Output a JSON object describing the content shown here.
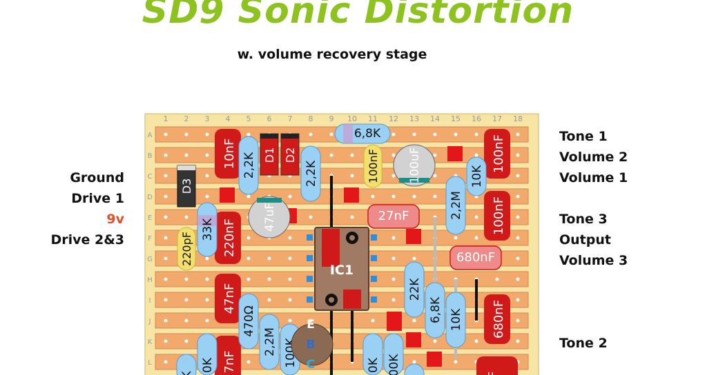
{
  "title": "SD9 Sonic Distortion",
  "subtitle": "w. volume recovery stage",
  "labels_left": [
    {
      "text": "Ground",
      "row": "C",
      "highlight": false
    },
    {
      "text": "Drive 1",
      "row": "D",
      "highlight": false
    },
    {
      "text": "9v",
      "row": "E",
      "highlight": true
    },
    {
      "text": "Drive 2&3",
      "row": "F",
      "highlight": false
    }
  ],
  "labels_right": [
    {
      "text": "Tone 1",
      "row": "A"
    },
    {
      "text": "Volume 2",
      "row": "B"
    },
    {
      "text": "Volume 1",
      "row": "C"
    },
    {
      "text": "Tone 3",
      "row": "E"
    },
    {
      "text": "Output",
      "row": "F"
    },
    {
      "text": "Volume 3",
      "row": "G"
    },
    {
      "text": "Tone 2",
      "row": "K"
    }
  ],
  "columns": [
    "1",
    "2",
    "3",
    "4",
    "5",
    "6",
    "7",
    "8",
    "9",
    "10",
    "11",
    "12",
    "13",
    "14",
    "15",
    "16",
    "17",
    "18"
  ],
  "rows": [
    "A",
    "B",
    "C",
    "D",
    "E",
    "F",
    "G",
    "H",
    "I",
    "J",
    "K",
    "L"
  ],
  "components": {
    "c_10nF_a": "10nF",
    "r_2_2K_a": "2,2K",
    "d1": "D1",
    "d2": "D2",
    "r_6_8K_a": "6,8K",
    "r_2_2K_b": "2,2K",
    "c_100nF_film": "100nF",
    "c_100uF": "100uF",
    "c_100nF_a": "100nF",
    "r_10K_a": "10K",
    "d3": "D3",
    "c_47uF": "47uF",
    "c_27nF": "27nF",
    "r_2_2M_a": "2,2M",
    "c_100nF_b": "100nF",
    "r_33K": "33K",
    "c_220nF": "220nF",
    "c_220pF": "220pF",
    "ic1": "IC1",
    "c_680nF_a": "680nF",
    "c_47nF": "47nF",
    "r_22K": "22K",
    "r_6_8K_b": "6,8K",
    "r_470": "470Ω",
    "r_10K_b": "10K",
    "c_680nF_b": "680nF",
    "r_2_2M_b": "2,2M",
    "q_e": "E",
    "q_b": "B",
    "q_c": "C",
    "r_100K_a": "100K",
    "r_10K_c": "0K",
    "c_47nF_b": "7nF",
    "r_100K_b": "00K",
    "r_10K_d": "0K",
    "r_k_edge": "K",
    "c_partial": "F"
  },
  "colors": {
    "title": "#8dc21f",
    "board": "#f7e5a5",
    "strip": "#f1a96c",
    "cap_box": "#d01a1a",
    "resistor": "#9bd0f5",
    "highlight_label": "#e0502a"
  }
}
